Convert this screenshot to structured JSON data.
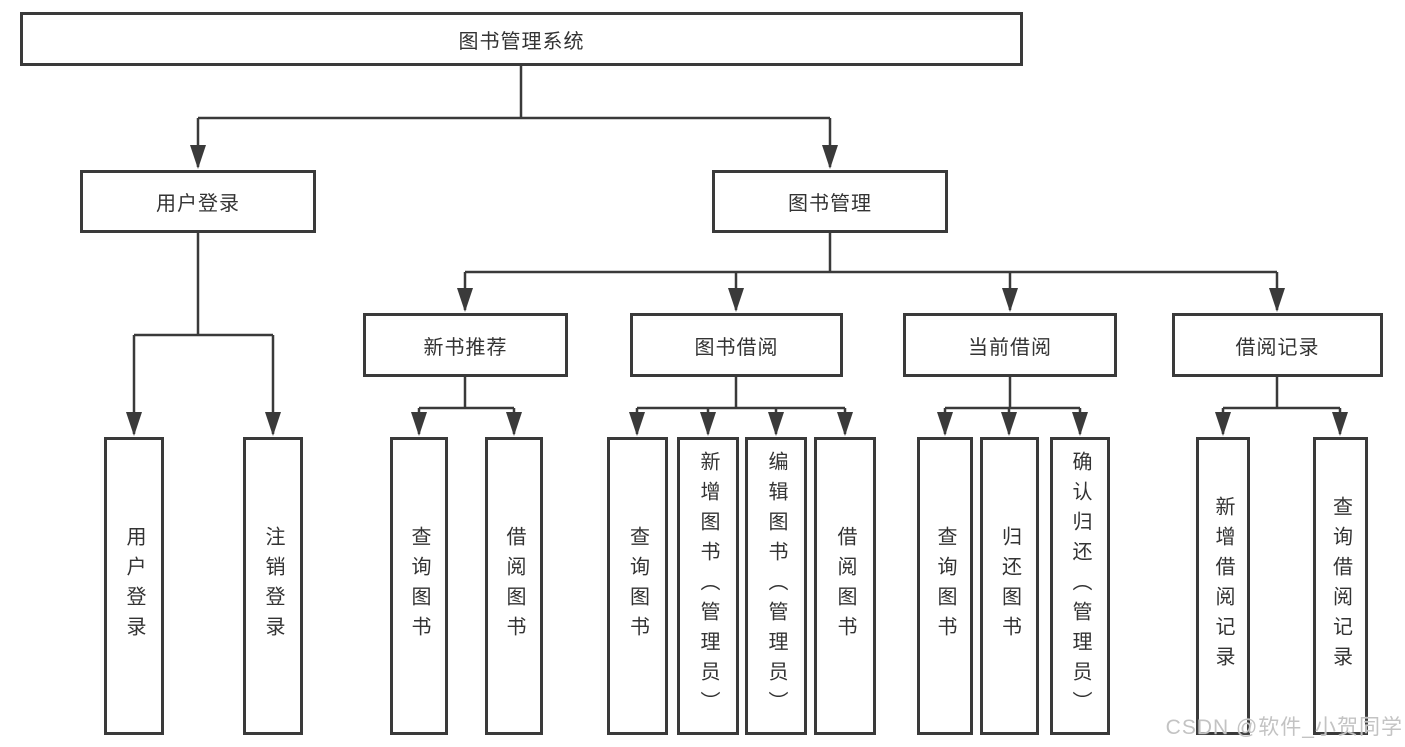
{
  "watermark": "CSDN @软件_小贺同学",
  "tree": {
    "label": "图书管理系统",
    "children": [
      {
        "label": "用户登录",
        "children": [
          {
            "label": "用户登录"
          },
          {
            "label": "注销登录"
          }
        ]
      },
      {
        "label": "图书管理",
        "children": [
          {
            "label": "新书推荐",
            "children": [
              {
                "label": "查询图书"
              },
              {
                "label": "借阅图书"
              }
            ]
          },
          {
            "label": "图书借阅",
            "children": [
              {
                "label": "查询图书"
              },
              {
                "label": "新增图书（管理员）"
              },
              {
                "label": "编辑图书（管理员）"
              },
              {
                "label": "借阅图书"
              }
            ]
          },
          {
            "label": "当前借阅",
            "children": [
              {
                "label": "查询图书"
              },
              {
                "label": "归还图书"
              },
              {
                "label": "确认归还（管理员）"
              }
            ]
          },
          {
            "label": "借阅记录",
            "children": [
              {
                "label": "新增借阅记录"
              },
              {
                "label": "查询借阅记录"
              }
            ]
          }
        ]
      }
    ]
  },
  "colors": {
    "line": "#3a3a3a",
    "text": "#333333",
    "watermark": "#c3c3c3"
  }
}
